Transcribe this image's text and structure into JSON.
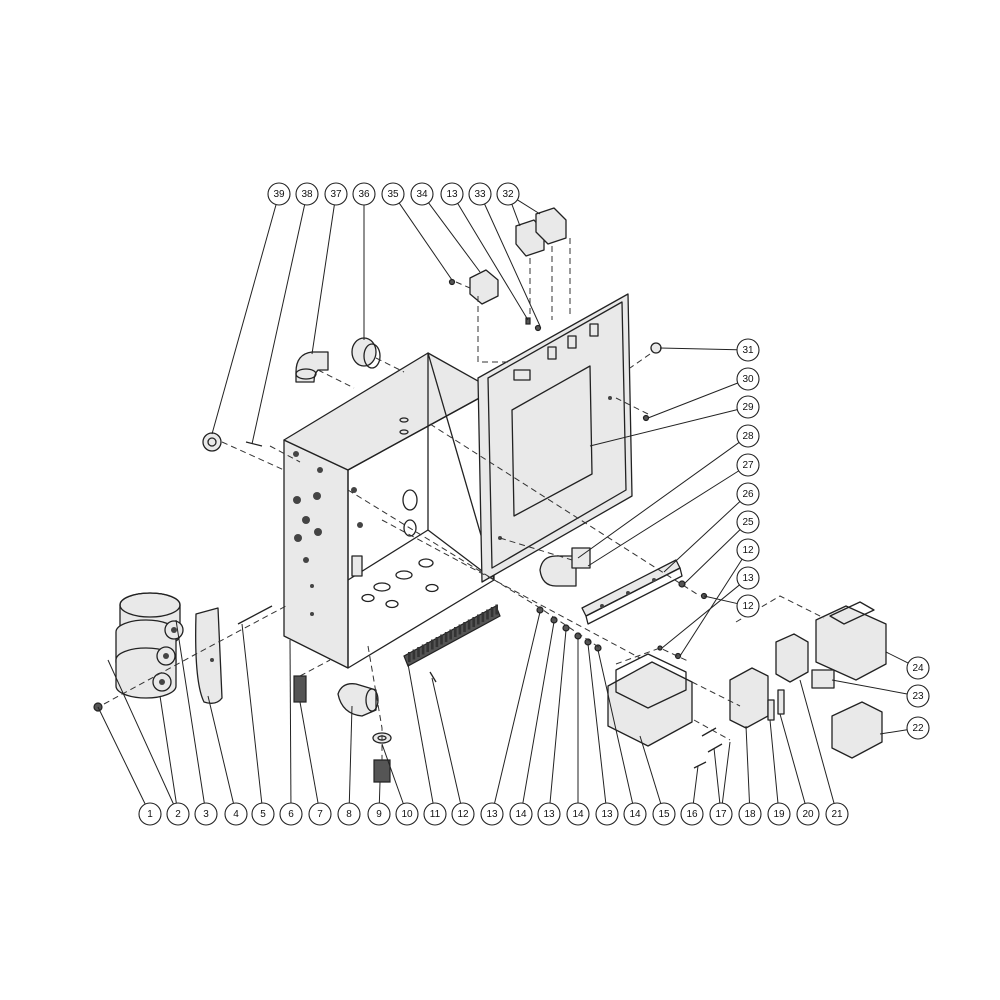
{
  "diagram": {
    "type": "exploded-parts-view",
    "callouts": [
      "1",
      "2",
      "3",
      "4",
      "5",
      "6",
      "7",
      "8",
      "9",
      "10",
      "11",
      "12",
      "13",
      "14",
      "15",
      "16",
      "17",
      "18",
      "19",
      "20",
      "21",
      "22",
      "23",
      "24",
      "25",
      "26",
      "27",
      "28",
      "29",
      "30",
      "31",
      "32",
      "33",
      "34",
      "35",
      "36",
      "37",
      "38",
      "39"
    ]
  },
  "callouts": [
    {
      "label": "1"
    },
    {
      "label": "2"
    },
    {
      "label": "3"
    },
    {
      "label": "4"
    },
    {
      "label": "5"
    },
    {
      "label": "6"
    },
    {
      "label": "7"
    },
    {
      "label": "8"
    },
    {
      "label": "9"
    },
    {
      "label": "10"
    },
    {
      "label": "11"
    },
    {
      "label": "12"
    },
    {
      "label": "13"
    },
    {
      "label": "14"
    },
    {
      "label": "13"
    },
    {
      "label": "14"
    },
    {
      "label": "13"
    },
    {
      "label": "14"
    },
    {
      "label": "15"
    },
    {
      "label": "16"
    },
    {
      "label": "17"
    },
    {
      "label": "18"
    },
    {
      "label": "19"
    },
    {
      "label": "20"
    },
    {
      "label": "21"
    },
    {
      "label": "22"
    },
    {
      "label": "23"
    },
    {
      "label": "24"
    },
    {
      "label": "12"
    },
    {
      "label": "13"
    },
    {
      "label": "12"
    },
    {
      "label": "25"
    },
    {
      "label": "26"
    },
    {
      "label": "27"
    },
    {
      "label": "28"
    },
    {
      "label": "29"
    },
    {
      "label": "30"
    },
    {
      "label": "31"
    },
    {
      "label": "39"
    },
    {
      "label": "38"
    },
    {
      "label": "37"
    },
    {
      "label": "36"
    },
    {
      "label": "35"
    },
    {
      "label": "34"
    },
    {
      "label": "13"
    },
    {
      "label": "33"
    },
    {
      "label": "32"
    }
  ]
}
